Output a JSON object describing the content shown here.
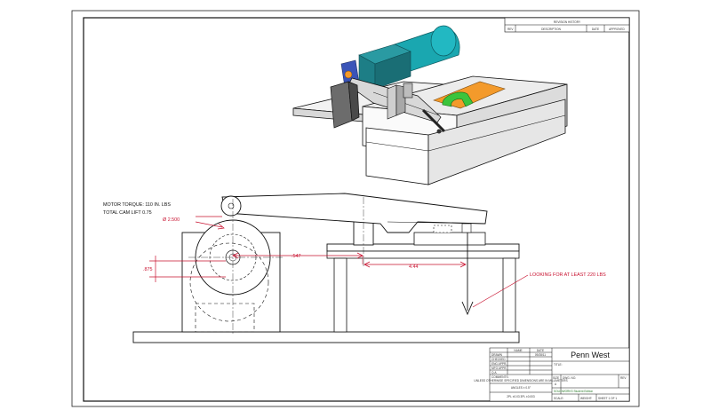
{
  "revision_block": {
    "title": "REVISION HISTORY",
    "columns": [
      "REV",
      "DESCRIPTION",
      "DATE",
      "APPROVED"
    ]
  },
  "notes": {
    "motor_torque": "MOTOR TORQUE:  110 IN. LBS",
    "cam_lift": "TOTAL CAM LIFT 0.75"
  },
  "dimensions": {
    "diameter": "Ø 2.500",
    "vertical_offset": ".875",
    "horizontal_1": ".547",
    "horizontal_2": "4.44"
  },
  "callout": "LOOKING FOR AT LEAST 220 LBS",
  "title_block": {
    "company": "Penn West",
    "title_label": "TITLE:",
    "col_name": "NAME",
    "col_date": "DATE",
    "rows": [
      "DRAWN",
      "CHECKED",
      "ENG APPR.",
      "MFG APPR.",
      "Q.A.",
      "COMMENTS:"
    ],
    "drawn_date": "09/28/11",
    "tolerance_note": "UNLESS OTHERWISE SPECIFIED DIMENSIONS ARE IN MILLIMETERS",
    "angular_note": "ANGLES ± 0.5°",
    "decimal_note": "2PL ±0.03 3PL ±0.003",
    "size_label": "SIZE",
    "size_value": "A",
    "dwg_label": "DWG. NO.",
    "rev_label": "REV",
    "scale_label": "SCALE:",
    "weight_label": "WEIGHT:",
    "sheet_label": "SHEET 1 OF 1",
    "file_name": "SOLIDWORKS Student Edition"
  },
  "colors": {
    "motor": "#1aa7b0",
    "bracket": "#1f7e86",
    "plate": "#f39a2b",
    "clamp": "#3cc43c",
    "dimension": "#c8102e"
  }
}
